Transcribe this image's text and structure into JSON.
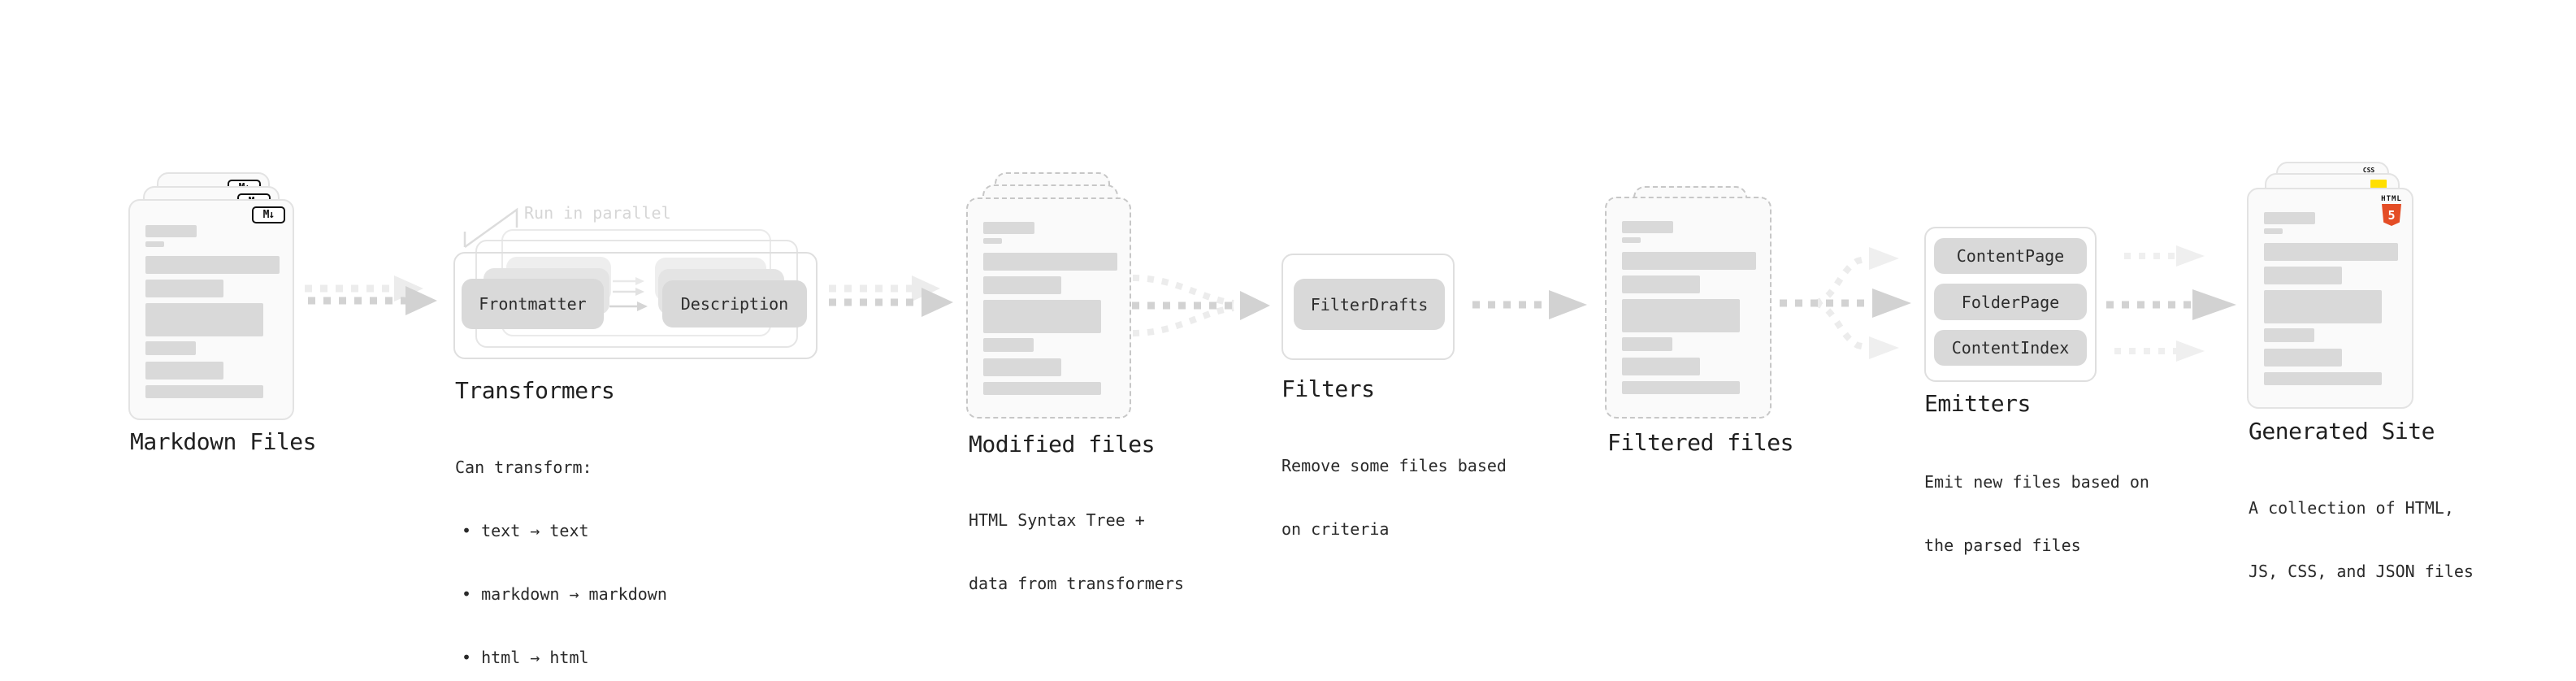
{
  "colors": {
    "html5_orange": "#e44d26",
    "js_yellow": "#ffdf00",
    "css_blue": "#2760e5",
    "placeholder_gray": "#d9d9d9",
    "arrow_dark": "#d2d2d2",
    "arrow_light": "#ececec"
  },
  "stages": {
    "markdown": {
      "label": "Markdown Files",
      "badge": "M↓"
    },
    "transformers": {
      "label": "Transformers",
      "annotation": "Run in parallel",
      "pill_left": "Frontmatter",
      "pill_right": "Description",
      "subtitle": "Can transform:",
      "bullets": [
        "text → text",
        "markdown → markdown",
        "html → html"
      ]
    },
    "modified": {
      "label": "Modified files",
      "desc_lines": [
        "HTML Syntax Tree +",
        "data from transformers"
      ]
    },
    "filters": {
      "label": "Filters",
      "pill": "FilterDrafts",
      "desc_lines": [
        "Remove some files based",
        "on criteria"
      ]
    },
    "filtered": {
      "label": "Filtered files"
    },
    "emitters": {
      "label": "Emitters",
      "pills": [
        "ContentPage",
        "FolderPage",
        "ContentIndex"
      ],
      "desc_lines": [
        "Emit new files based on",
        "the parsed files"
      ]
    },
    "generated": {
      "label": "Generated Site",
      "badge_css": "CSS",
      "badge_html_word": "HTML",
      "badge_html_num": "5",
      "desc_lines": [
        "A collection of HTML,",
        "JS, CSS, and JSON files"
      ]
    }
  }
}
